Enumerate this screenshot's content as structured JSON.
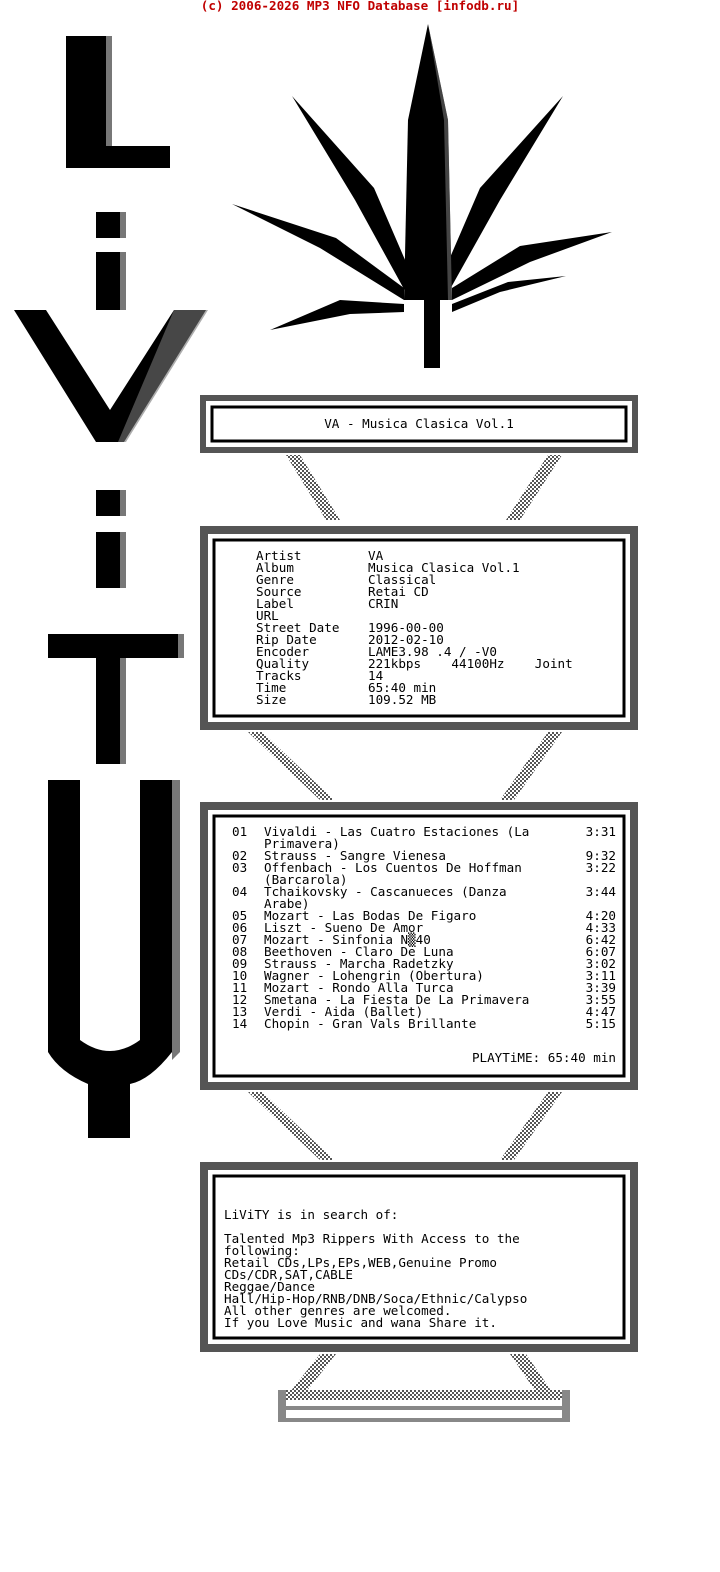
{
  "copyright": "(c) 2006-2026 MP3 NFO Database [infodb.ru]",
  "logo_text": "LiViTY",
  "release_title": "VA - Musica Clasica Vol.1",
  "info": [
    {
      "label": "Artist",
      "value": "VA"
    },
    {
      "label": "Album",
      "value": "Musica Clasica Vol.1"
    },
    {
      "label": "Genre",
      "value": "Classical"
    },
    {
      "label": "Source",
      "value": "Retai CD"
    },
    {
      "label": "Label",
      "value": "CRIN"
    },
    {
      "label": "URL",
      "value": ""
    },
    {
      "label": "Street Date",
      "value": "1996-00-00"
    },
    {
      "label": "Rip Date",
      "value": "2012-02-10"
    },
    {
      "label": "Encoder",
      "value": "LAME3.98 .4 / -V0"
    },
    {
      "label": "Quality",
      "value": "221kbps    44100Hz    Joint"
    },
    {
      "label": "Tracks",
      "value": "14"
    },
    {
      "label": "Time",
      "value": "65:40 min"
    },
    {
      "label": "Size",
      "value": "109.52 MB"
    }
  ],
  "tracks": [
    {
      "num": "01",
      "title": "Vivaldi - Las Cuatro Estaciones (La\nPrimavera)",
      "time": "3:31"
    },
    {
      "num": "02",
      "title": "Strauss - Sangre Vienesa",
      "time": "9:32"
    },
    {
      "num": "03",
      "title": "Offenbach - Los Cuentos De Hoffman\n(Barcarola)",
      "time": "3:22"
    },
    {
      "num": "04",
      "title": "Tchaikovsky - Cascanueces (Danza\nArabe)",
      "time": "3:44"
    },
    {
      "num": "05",
      "title": "Mozart - Las Bodas De Figaro",
      "time": "4:20"
    },
    {
      "num": "06",
      "title": "Liszt - Sueno De Amor",
      "time": "4:33"
    },
    {
      "num": "07",
      "title": "Mozart - Sinfonia N▒40",
      "time": "6:42"
    },
    {
      "num": "08",
      "title": "Beethoven - Claro De Luna",
      "time": "6:07"
    },
    {
      "num": "09",
      "title": "Strauss - Marcha Radetzky",
      "time": "3:02"
    },
    {
      "num": "10",
      "title": "Wagner - Lohengrin (Obertura)",
      "time": "3:11"
    },
    {
      "num": "11",
      "title": "Mozart - Rondo Alla Turca",
      "time": "3:39"
    },
    {
      "num": "12",
      "title": "Smetana - La Fiesta De La Primavera",
      "time": "3:55"
    },
    {
      "num": "13",
      "title": "Verdi - Aida (Ballet)",
      "time": "4:47"
    },
    {
      "num": "14",
      "title": "Chopin - Gran Vals Brillante",
      "time": "5:15"
    }
  ],
  "playtime": "PLAYTiME: 65:40 min",
  "search": {
    "heading": "LiViTY is in search of:",
    "lines": [
      "Talented Mp3 Rippers With Access to the",
      "following:",
      "Retail CDs,LPs,EPs,WEB,Genuine Promo",
      "CDs/CDR,SAT,CABLE",
      "Reggae/Dance",
      "Hall/Hip-Hop/RNB/DNB/Soca/Ethnic/Calypso",
      "All other genres are welcomed.",
      "If you Love Music and wana Share it."
    ]
  },
  "colors": {
    "ink": "#000000",
    "shade_dark": "#555555",
    "shade_mid": "#8c8c8c",
    "shade_light": "#c4c4c4",
    "copyright": "#c00000"
  }
}
